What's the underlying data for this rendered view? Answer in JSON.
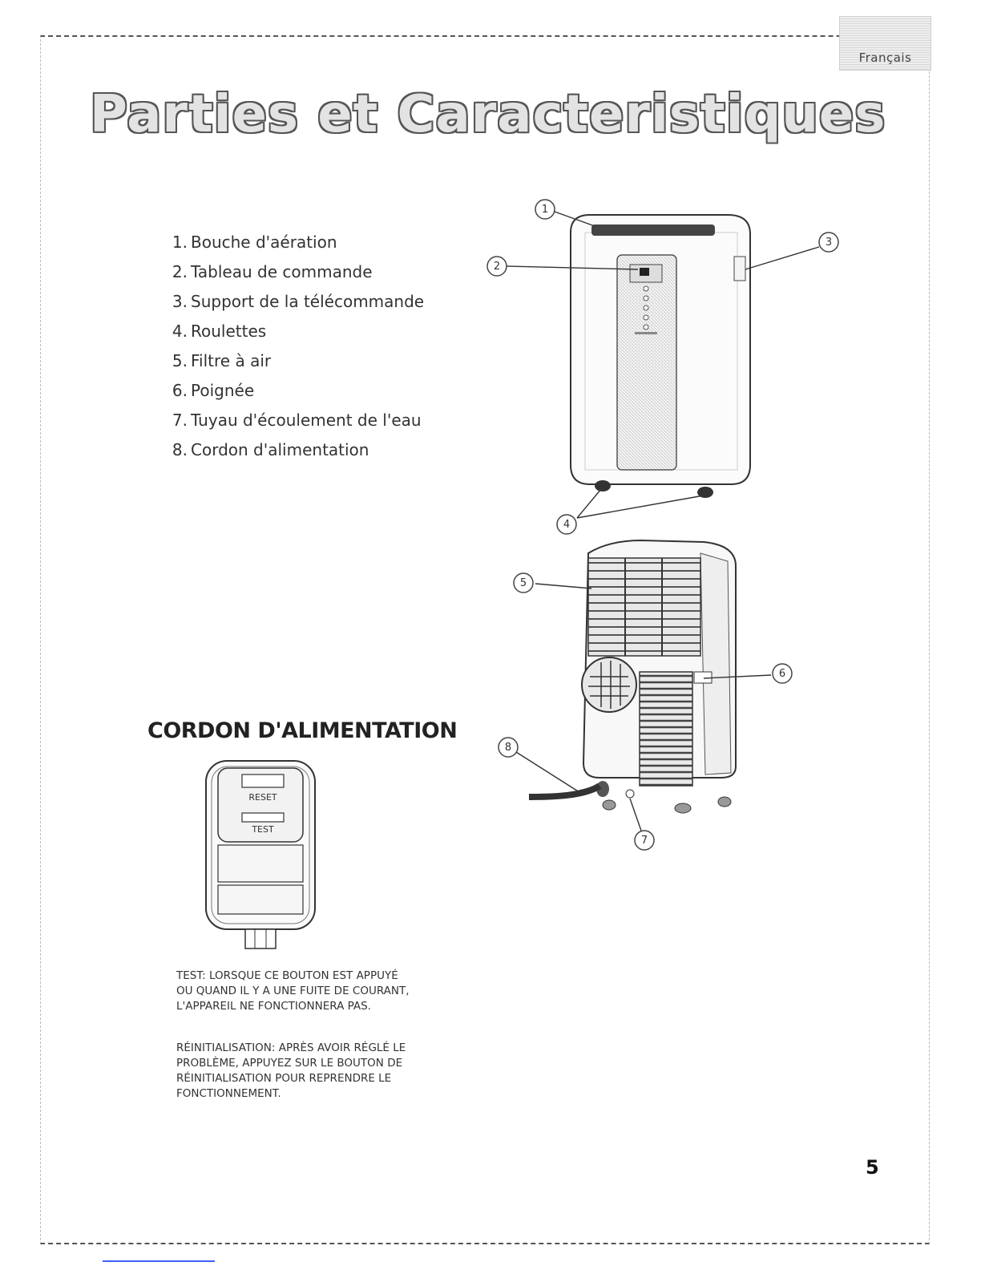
{
  "language_tab": "Français",
  "title": "Parties et Caracteristiques",
  "parts": [
    {
      "num": "1.",
      "label": "Bouche d'aération"
    },
    {
      "num": "2.",
      "label": "Tableau de commande"
    },
    {
      "num": "3.",
      "label": "Support de la télécommande"
    },
    {
      "num": "4.",
      "label": "Roulettes"
    },
    {
      "num": "5.",
      "label": "Filtre à air"
    },
    {
      "num": "6.",
      "label": "Poignée"
    },
    {
      "num": "7.",
      "label": "Tuyau d'écoulement de l'eau"
    },
    {
      "num": "8.",
      "label": "Cordon d'alimentation"
    }
  ],
  "callouts": [
    "1",
    "2",
    "3",
    "4",
    "5",
    "6",
    "7",
    "8"
  ],
  "cord_section": {
    "heading": "CORDON D'ALIMENTATION",
    "reset_label": "RESET",
    "test_label": "TEST",
    "note_test": "TEST: LORSQUE CE BOUTON EST APPUYÉ OU QUAND IL Y A UNE FUITE DE COURANT, L'APPAREIL NE FONCTIONNERA PAS.",
    "note_reset": "RÉINITIALISATION: APRÈS AVOIR RÉGLÉ LE PROBLÈME, APPUYEZ SUR LE BOUTON DE RÉINITIALISATION POUR REPRENDRE LE FONCTIONNEMENT."
  },
  "page_number": "5"
}
